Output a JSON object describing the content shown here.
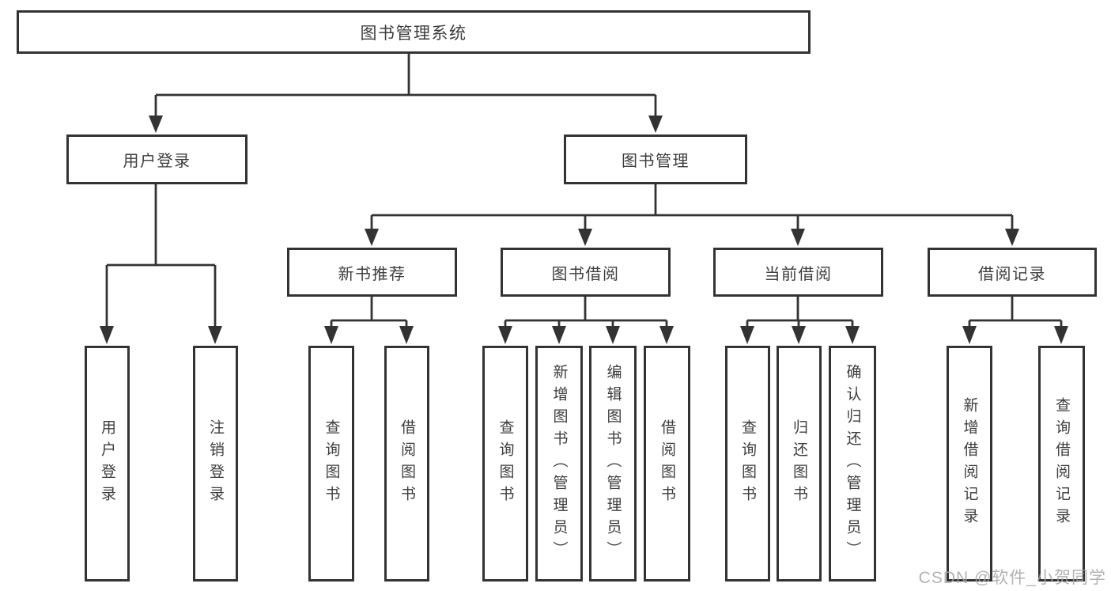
{
  "diagram": {
    "root": "图书管理系统",
    "branches": {
      "login": {
        "label": "用户登录",
        "children": [
          "用户登录",
          "注销登录"
        ]
      },
      "management": {
        "label": "图书管理",
        "sections": [
          {
            "label": "新书推荐",
            "children": [
              "查询图书",
              "借阅图书"
            ]
          },
          {
            "label": "图书借阅",
            "children": [
              "查询图书",
              "新增图书（管理员）",
              "编辑图书（管理员）",
              "借阅图书"
            ]
          },
          {
            "label": "当前借阅",
            "children": [
              "查询图书",
              "归还图书",
              "确认归还（管理员）"
            ]
          },
          {
            "label": "借阅记录",
            "children": [
              "新增借阅记录",
              "查询借阅记录"
            ]
          }
        ]
      }
    }
  },
  "watermark": "CSDN @软件_小贺同学",
  "colors": {
    "line": "#333333",
    "text": "#3d3d3d",
    "background": "#ffffff",
    "watermark": "#a4a4a4"
  }
}
